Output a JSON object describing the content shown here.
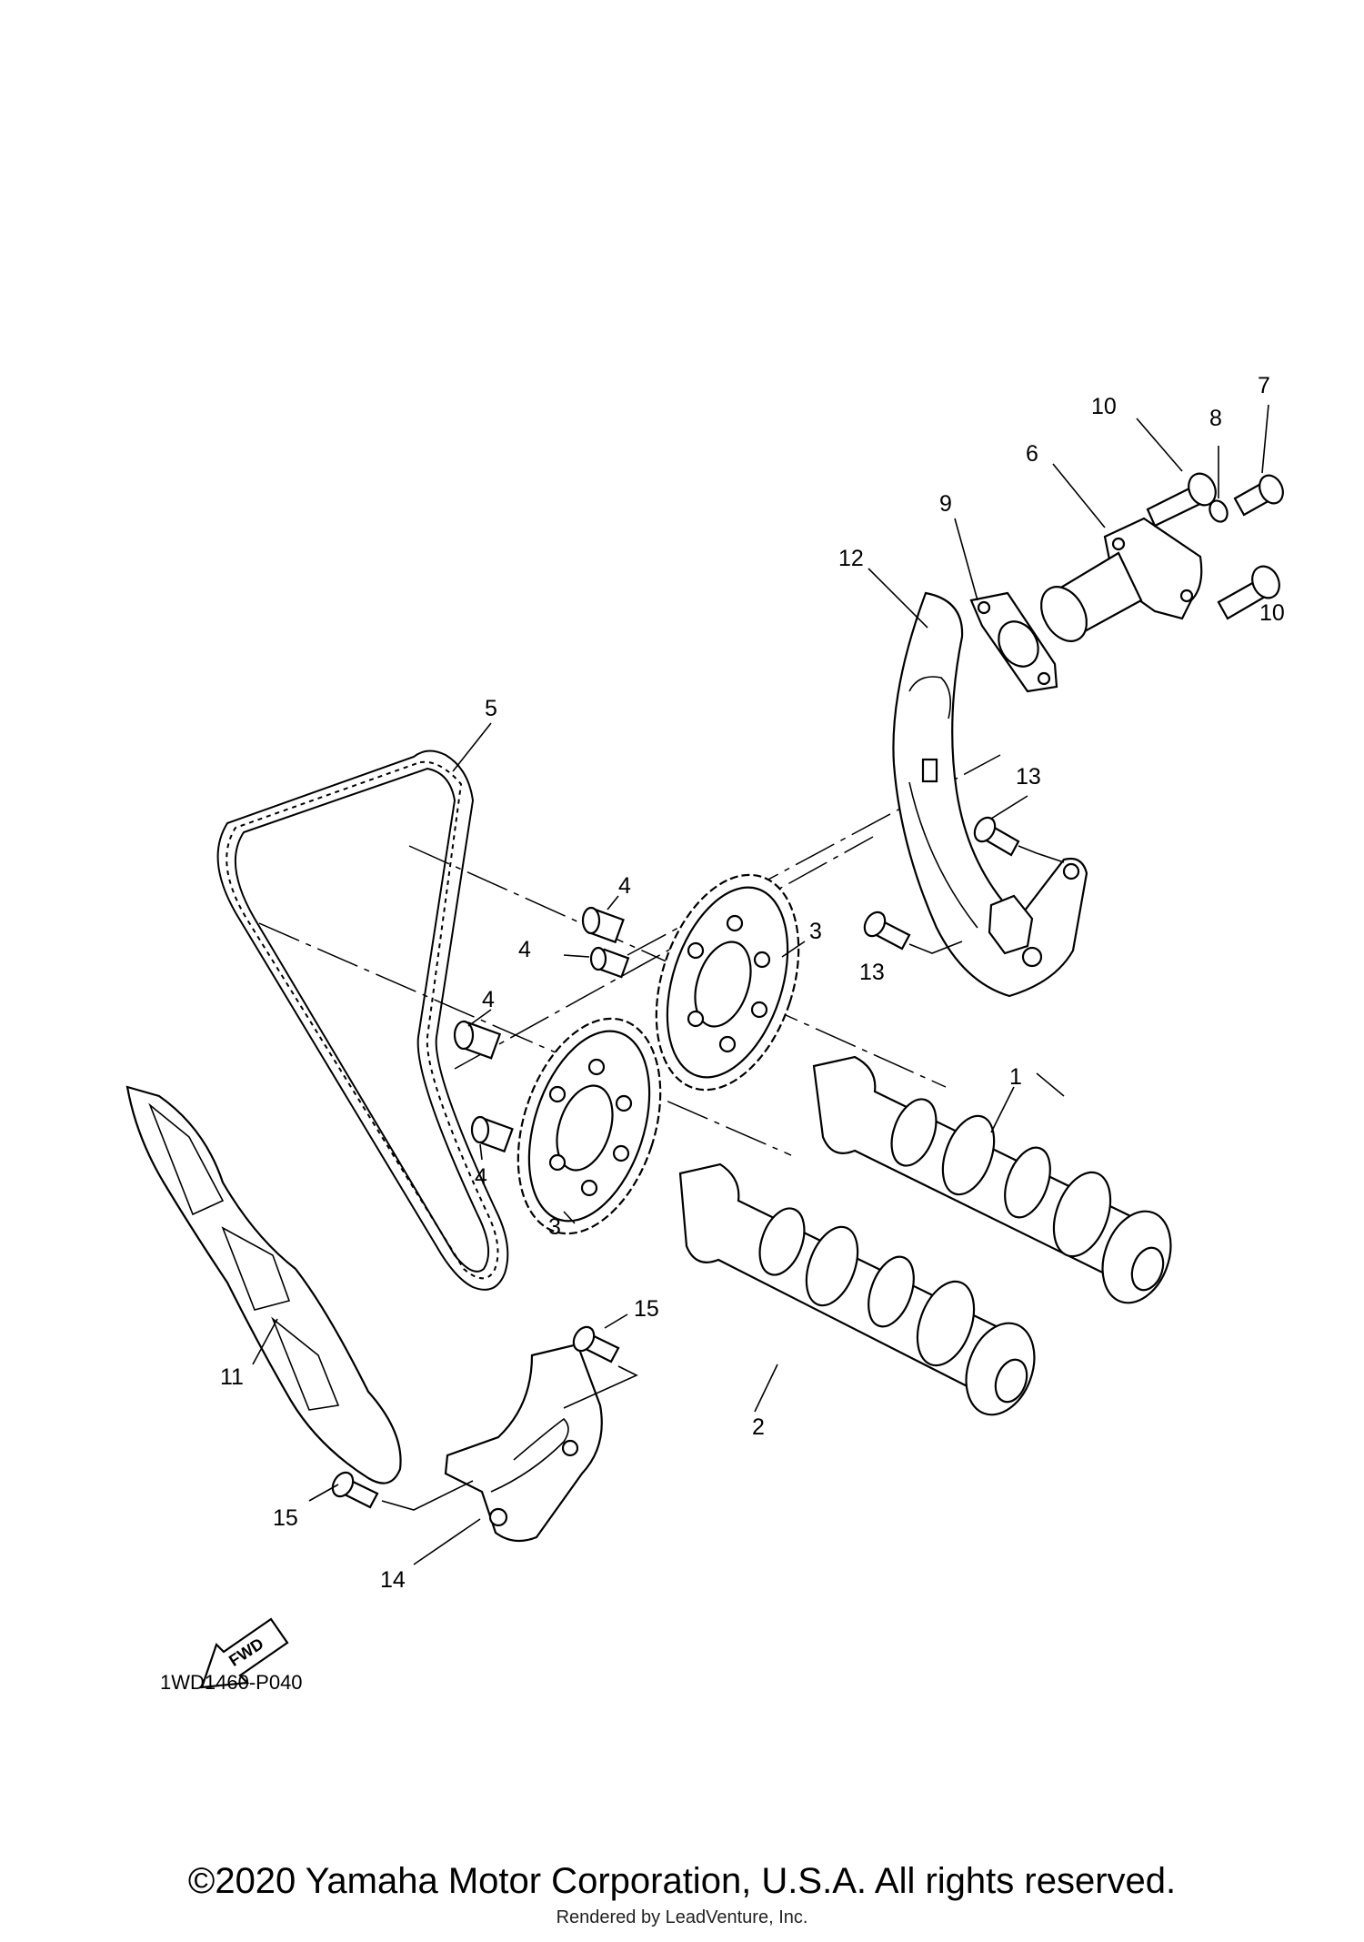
{
  "diagram": {
    "code": "1WD1460-P040",
    "fwd_label": "FWD",
    "callouts": [
      "1",
      "2",
      "3",
      "3",
      "4",
      "4",
      "4",
      "4",
      "5",
      "6",
      "7",
      "8",
      "9",
      "10",
      "10",
      "11",
      "12",
      "13",
      "13",
      "14",
      "15",
      "15"
    ]
  },
  "footer": {
    "copyright": "©2020 Yamaha Motor Corporation, U.S.A. All rights reserved.",
    "rendered_by": "Rendered by LeadVenture, Inc."
  }
}
